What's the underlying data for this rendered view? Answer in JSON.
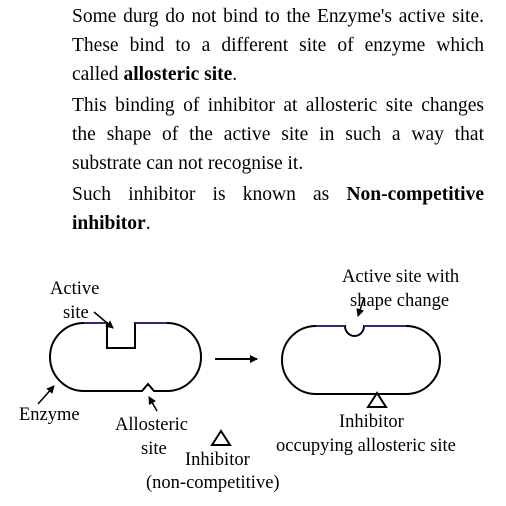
{
  "text": {
    "p1_a": "Some durg do not bind to the Enzyme's active site. These bind to a different site of enzyme which called ",
    "p1_b": "allosteric site",
    "p1_c": ".",
    "p2": "This binding of inhibitor at allosteric site changes the shape of the active site in such a way that substrate can not recognise it.",
    "p3_a": "Such inhibitor is known as ",
    "p3_b": "Non-competitive inhibitor",
    "p3_c": "."
  },
  "diagram": {
    "left": {
      "active_site_line1": "Active",
      "active_site_line2": "site",
      "enzyme": "Enzyme",
      "allosteric_line1": "Allosteric",
      "allosteric_line2": "site",
      "inhibitor_line1": "Inhibitor",
      "inhibitor_line2": "(non-competitive)"
    },
    "right": {
      "active_site_line1": "Active site with",
      "active_site_line2": "shape change",
      "inhibitor_line1": "Inhibitor",
      "inhibitor_line2": "occupying allosteric site"
    },
    "colors": {
      "enzyme_top_edge": "#2b2b7a",
      "outline": "#000000"
    }
  }
}
